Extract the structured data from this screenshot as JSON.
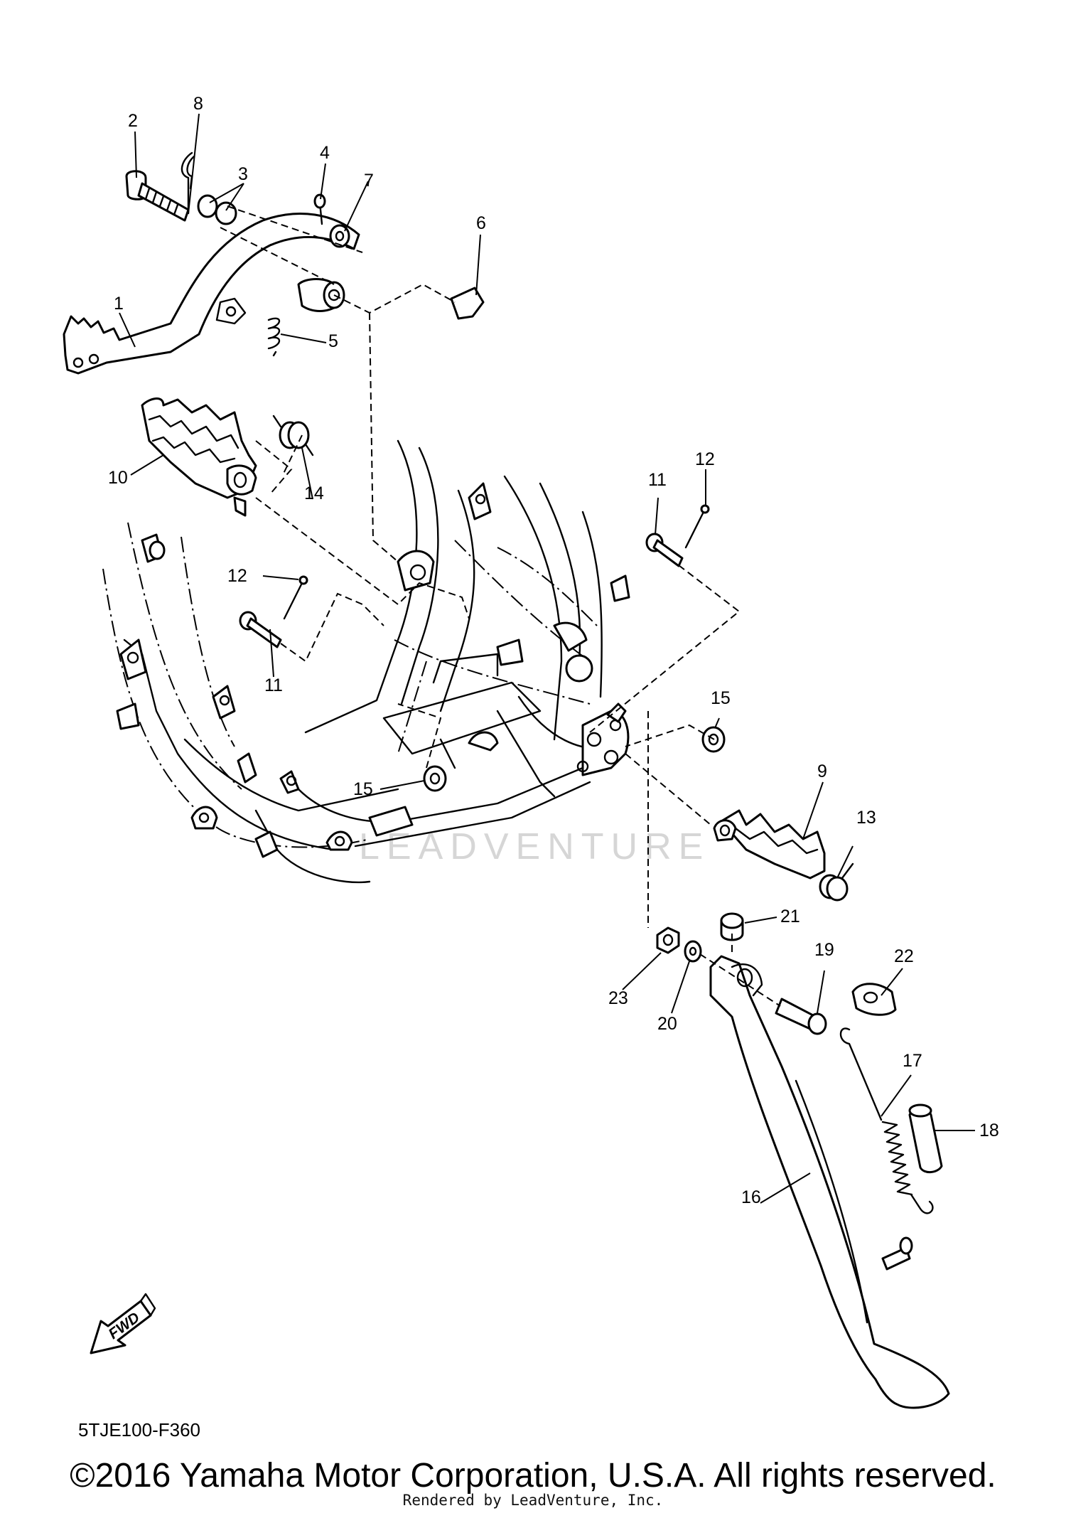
{
  "diagram": {
    "callouts": [
      "1",
      "2",
      "3",
      "4",
      "5",
      "6",
      "7",
      "8",
      "9",
      "10",
      "11",
      "12",
      "13",
      "14",
      "15",
      "16",
      "17",
      "18",
      "19",
      "20",
      "21",
      "22",
      "23"
    ],
    "secondary_callouts": {
      "p11b": "11",
      "p12b": "12",
      "p15b": "15"
    },
    "fwd_label": "FWD",
    "drawing_code": "5TJE100-F360",
    "watermark": "LEADVENTURE"
  },
  "footer": {
    "copyright": "©2016 Yamaha Motor Corporation, U.S.A. All rights reserved.",
    "rendered_by": "Rendered by LeadVenture, Inc."
  }
}
